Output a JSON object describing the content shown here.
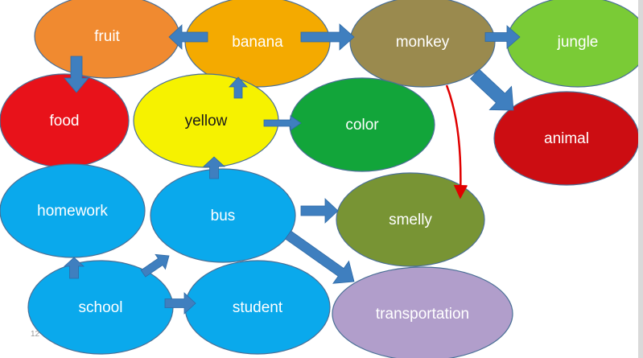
{
  "diagram": {
    "nodes": [
      {
        "id": "fruit",
        "label": "fruit",
        "color": "#f08a30",
        "text_color": "#ffffff"
      },
      {
        "id": "banana",
        "label": "banana",
        "color": "#f4aa00",
        "text_color": "#ffffff"
      },
      {
        "id": "monkey",
        "label": "monkey",
        "color": "#9a8a4e",
        "text_color": "#ffffff"
      },
      {
        "id": "jungle",
        "label": "jungle",
        "color": "#7acb36",
        "text_color": "#ffffff"
      },
      {
        "id": "food",
        "label": "food",
        "color": "#e8121a",
        "text_color": "#ffffff"
      },
      {
        "id": "yellow",
        "label": "yellow",
        "color": "#f6f200",
        "text_color": "#1a1a1a"
      },
      {
        "id": "color",
        "label": "color",
        "color": "#12a53a",
        "text_color": "#ffffff"
      },
      {
        "id": "animal",
        "label": "animal",
        "color": "#cc0d12",
        "text_color": "#ffffff"
      },
      {
        "id": "homework",
        "label": "homework",
        "color": "#0aa9ec",
        "text_color": "#ffffff"
      },
      {
        "id": "bus",
        "label": "bus",
        "color": "#0aa9ec",
        "text_color": "#ffffff"
      },
      {
        "id": "smelly",
        "label": "smelly",
        "color": "#789434",
        "text_color": "#ffffff"
      },
      {
        "id": "school",
        "label": "school",
        "color": "#0aa9ec",
        "text_color": "#ffffff"
      },
      {
        "id": "student",
        "label": "student",
        "color": "#0aa9ec",
        "text_color": "#ffffff"
      },
      {
        "id": "transportation",
        "label": "transportation",
        "color": "#b19ecb",
        "text_color": "#ffffff"
      }
    ],
    "edges": [
      {
        "from": "banana",
        "to": "fruit",
        "style": "block"
      },
      {
        "from": "banana",
        "to": "monkey",
        "style": "block"
      },
      {
        "from": "monkey",
        "to": "jungle",
        "style": "block"
      },
      {
        "from": "monkey",
        "to": "animal",
        "style": "block"
      },
      {
        "from": "monkey",
        "to": "smelly",
        "style": "line",
        "color": "#e00000"
      },
      {
        "from": "fruit",
        "to": "food",
        "style": "block"
      },
      {
        "from": "yellow",
        "to": "banana",
        "style": "block"
      },
      {
        "from": "yellow",
        "to": "color",
        "style": "block"
      },
      {
        "from": "bus",
        "to": "yellow",
        "style": "block"
      },
      {
        "from": "bus",
        "to": "smelly",
        "style": "block"
      },
      {
        "from": "bus",
        "to": "transportation",
        "style": "block"
      },
      {
        "from": "school",
        "to": "homework",
        "style": "block"
      },
      {
        "from": "school",
        "to": "bus",
        "style": "block"
      },
      {
        "from": "school",
        "to": "student",
        "style": "block"
      }
    ],
    "arrow_color": "#3f7fbf",
    "node_outline": "#4a6f96"
  },
  "footer": {
    "slide_number": "12"
  }
}
